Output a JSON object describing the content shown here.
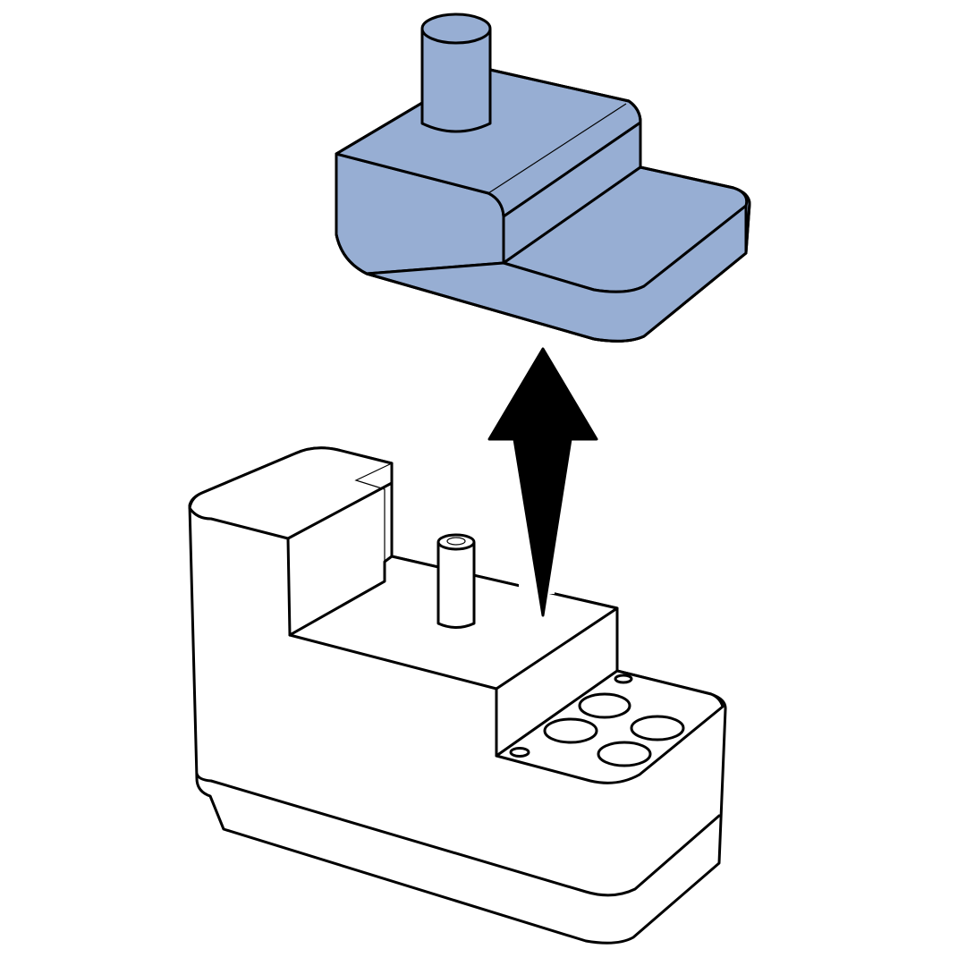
{
  "illustration": {
    "description_labels": [],
    "colors": {
      "removed_part_fill": "#97aed3",
      "base_fill": "#ffffff",
      "outline": "#000000",
      "arrow": "#000000"
    },
    "icons": [
      "removed-insert-part",
      "lift-up-arrow",
      "base-unit"
    ],
    "parts": {
      "base": {
        "holes": 4,
        "small_holes": 2,
        "pin": 1
      },
      "insert": {
        "post": 1
      }
    }
  }
}
